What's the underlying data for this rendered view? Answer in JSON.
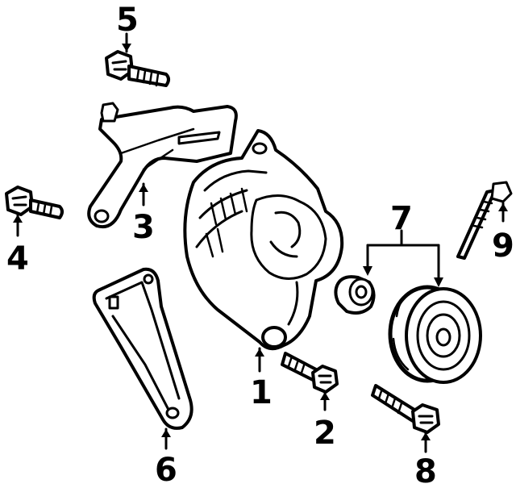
{
  "diagram": {
    "callouts": [
      {
        "id": "1",
        "text": "1",
        "part": "alternator"
      },
      {
        "id": "2",
        "text": "2",
        "part": "alternator-bolt"
      },
      {
        "id": "3",
        "text": "3",
        "part": "upper-bracket"
      },
      {
        "id": "4",
        "text": "4",
        "part": "bracket-bolt"
      },
      {
        "id": "5",
        "text": "5",
        "part": "adjusting-bolt"
      },
      {
        "id": "6",
        "text": "6",
        "part": "lower-bracket"
      },
      {
        "id": "7",
        "text": "7",
        "part": "pulley-assembly"
      },
      {
        "id": "8",
        "text": "8",
        "part": "pulley-bolt"
      },
      {
        "id": "9",
        "text": "9",
        "part": "stud"
      }
    ]
  }
}
